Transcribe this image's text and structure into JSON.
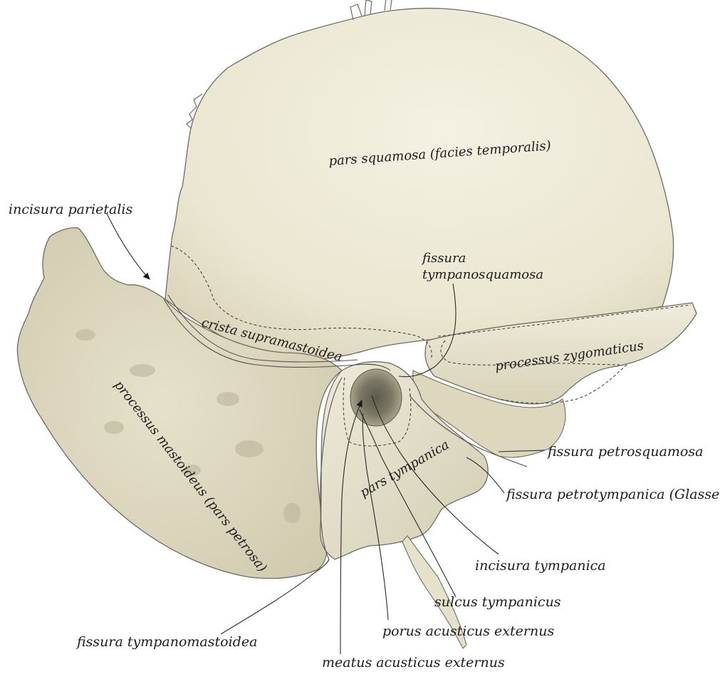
{
  "labels": {
    "pars_squamosa": "pars squamosa (facies temporalis)",
    "incisura_parietalis": "incisura parietalis",
    "fissura_line1": "fissura",
    "fissura_line2": "tympanosquamosa",
    "crista_supramastoidea": "crista supramastoidea",
    "processus_zygomaticus": "processus zygomaticus",
    "processus_mastoideus": "processus mastoideus (pars petrosa)",
    "pars_tympanica": "pars tympanica",
    "fissura_petrosquamosa": "fissura petrosquamosa",
    "fissura_petrotympanica": "fissura petrotympanica (Glasseri)",
    "incisura_tympanica": "incisura tympanica",
    "sulcus_tympanicus": "sulcus tympanicus",
    "porus_acusticus_externus": "porus acusticus externus",
    "fissura_tympanomastoidea": "fissura tympanomastoidea",
    "meatus_acusticus_externus": "meatus acusticus externus"
  },
  "colors": {
    "bone_light": "#f2eedd",
    "bone_base": "#e8e3cc",
    "bone_shadow": "#c9c3a6",
    "bone_deep": "#8f8a73",
    "outline": "#6f6c60",
    "text": "#1c1c1c",
    "background": "#ffffff"
  }
}
